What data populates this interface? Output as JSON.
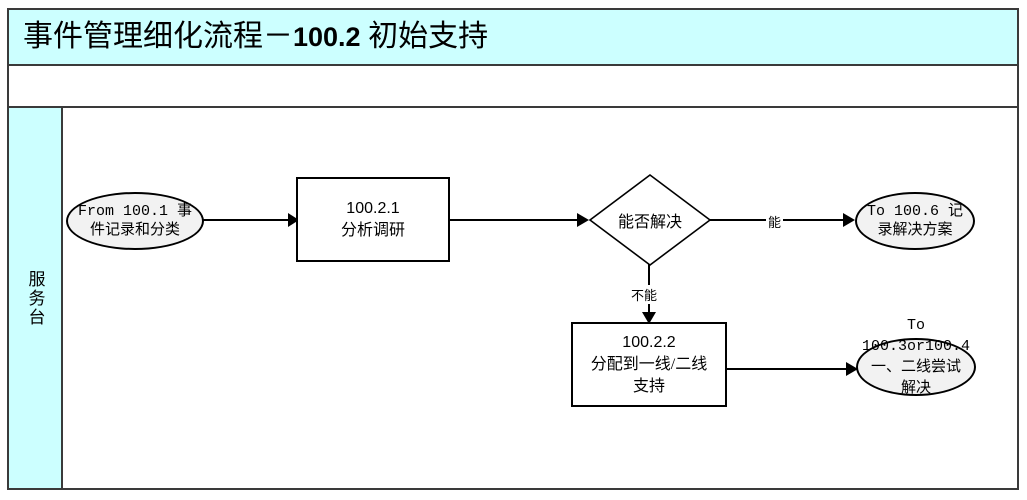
{
  "document": {
    "title_prefix": "事件管理细化流程－",
    "title_number": "100.2",
    "title_suffix": " 初始支持"
  },
  "swimlane": {
    "label": "服务台"
  },
  "nodes": {
    "start_oval": {
      "line1": "From 100.1 事",
      "line2": "件记录和分类"
    },
    "process_1": {
      "number": "100.2.1",
      "line2": "分析调研"
    },
    "decision": {
      "label": "能否解决"
    },
    "process_2": {
      "number": "100.2.2",
      "line2": "分配到一线/二线",
      "line3": "支持"
    },
    "end_oval_top": {
      "line1": "To 100.6 记",
      "line2": "录解决方案"
    },
    "end_oval_bottom": {
      "line1": "To",
      "line2": "100.3or100.4",
      "line3": "一、二线尝试",
      "line4": "解决"
    }
  },
  "edges": {
    "yes_label": "能",
    "no_label": "不能"
  },
  "colors": {
    "title_band": "#ccffff",
    "lane_band": "#ccffff",
    "frame_border": "#3a3a3a",
    "shape_border": "#000000",
    "oval_fill": "#f2f2f2",
    "box_fill": "#ffffff"
  }
}
